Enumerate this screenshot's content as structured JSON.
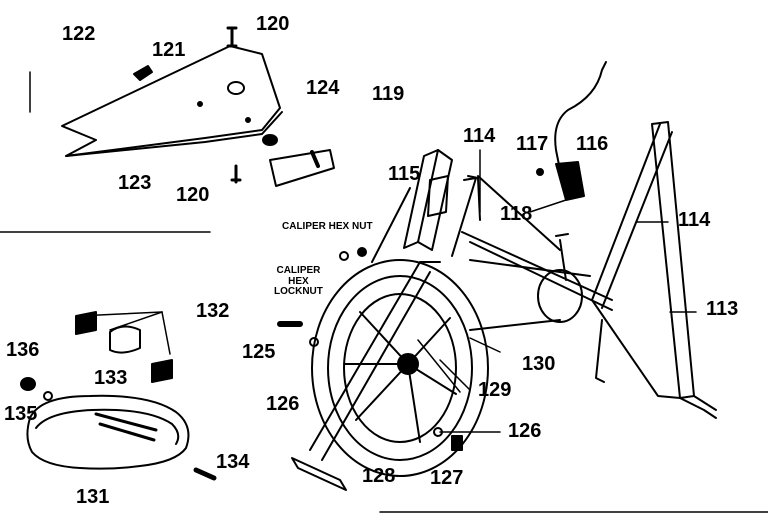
{
  "diagram": {
    "part_labels": {
      "p122": "122",
      "p121": "121",
      "p120a": "120",
      "p124": "124",
      "p119": "119",
      "p123": "123",
      "p120b": "120",
      "p114a": "114",
      "p117": "117",
      "p116": "116",
      "p115": "115",
      "p118": "118",
      "p114b": "114",
      "p113": "113",
      "p132": "132",
      "p136": "136",
      "p133": "133",
      "p125": "125",
      "p135": "135",
      "p130": "130",
      "p126a": "126",
      "p129": "129",
      "p126b": "126",
      "p134": "134",
      "p128": "128",
      "p127": "127",
      "p131": "131"
    },
    "notes": {
      "caliper_hex_nut": "CALIPER HEX NUT",
      "caliper_hex_locknut_line1": "CALIPER",
      "caliper_hex_locknut_line2": "HEX",
      "caliper_hex_locknut_line3": "LOCKNUT"
    }
  }
}
